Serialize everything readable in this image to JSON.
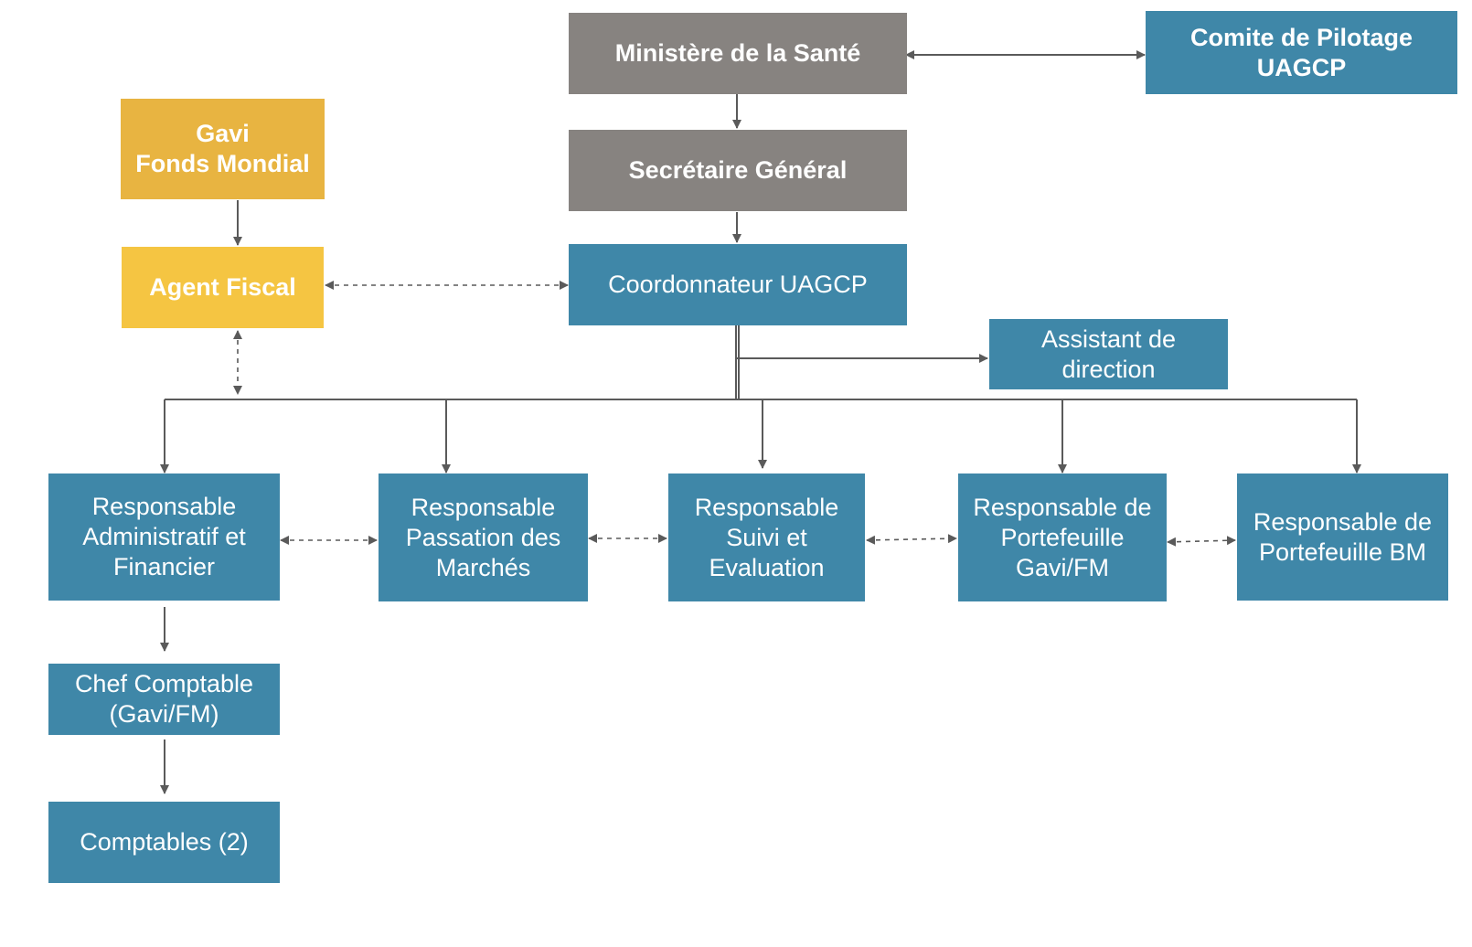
{
  "colors": {
    "blue": "#3f87a8",
    "gray": "#878380",
    "yellow_dark": "#e8b441",
    "yellow": "#f5c542",
    "arrow": "#5a5a5a"
  },
  "nodes": {
    "ministere": "Ministère de la Santé",
    "comite": "Comite de Pilotage\nUAGCP",
    "secretaire": "Secrétaire Général",
    "gavi": "Gavi\nFonds Mondial",
    "agent": "Agent Fiscal",
    "coordonnateur": "Coordonnateur UAGCP",
    "assistant": "Assistant de\ndirection",
    "raf": "Responsable\nAdministratif et\nFinancier",
    "rpm": "Responsable\nPassation des\nMarchés",
    "rse": "Responsable\nSuivi et\nEvaluation",
    "rpg": "Responsable de\nPortefeuille\nGavi/FM",
    "rpbm": "Responsable de\nPortefeuille BM",
    "chef": "Chef Comptable\n(Gavi/FM)",
    "comptables": "Comptables (2)"
  }
}
